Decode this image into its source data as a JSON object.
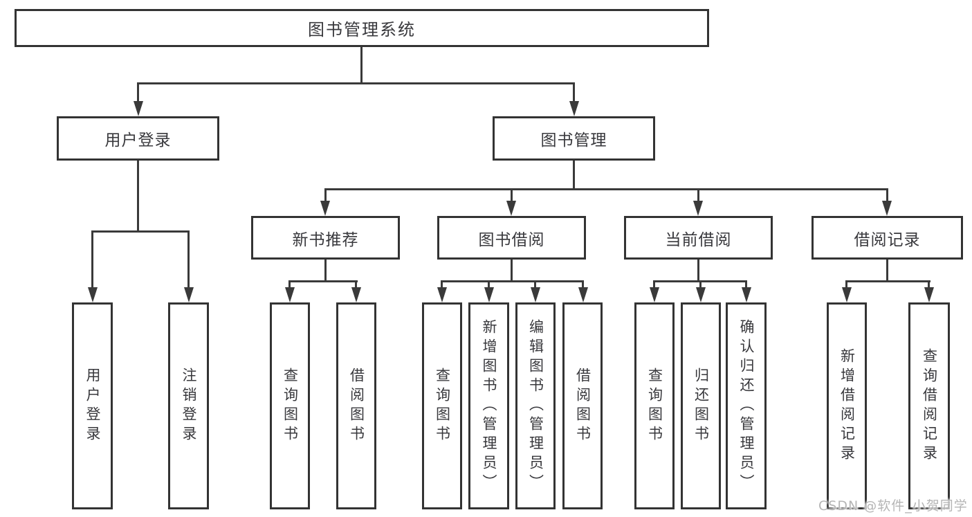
{
  "diagram": {
    "title": "图书管理系统",
    "level2": {
      "user_login": "用户登录",
      "book_management": "图书管理"
    },
    "level3": {
      "new_book_recommend": "新书推荐",
      "book_borrow": "图书借阅",
      "current_borrow": "当前借阅",
      "borrow_record": "借阅记录"
    },
    "leaves": {
      "user_login": [
        "用户登录",
        "注销登录"
      ],
      "new_book_recommend": [
        "查询图书",
        "借阅图书"
      ],
      "book_borrow": [
        "查询图书",
        "新增图书（管理员）",
        "编辑图书（管理员）",
        "借阅图书"
      ],
      "current_borrow": [
        "查询图书",
        "归还图书",
        "确认归还（管理员）"
      ],
      "borrow_record": [
        "新增借阅记录",
        "查询借阅记录"
      ]
    }
  },
  "watermark": "CSDN @软件_小贺同学",
  "colors": {
    "line": "#3a3a3a",
    "box_border": "#333333",
    "box_background": "#ffffff",
    "text": "#38383c",
    "watermark": "#b5b5b5"
  }
}
